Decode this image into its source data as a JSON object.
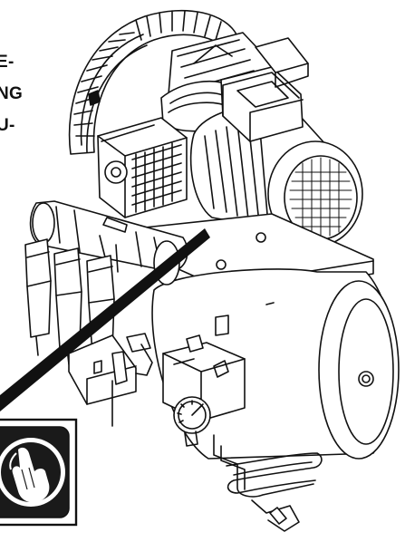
{
  "text_fragments": {
    "line1": "E-",
    "line2": "NG",
    "line3": "U-"
  },
  "colors": {
    "ink": "#111111",
    "paper": "#ffffff",
    "warning_fill": "#1a1a1a"
  },
  "icons": {
    "warning_symbol": "hand-touch-warning-icon",
    "pointer": "callout-wedge"
  }
}
